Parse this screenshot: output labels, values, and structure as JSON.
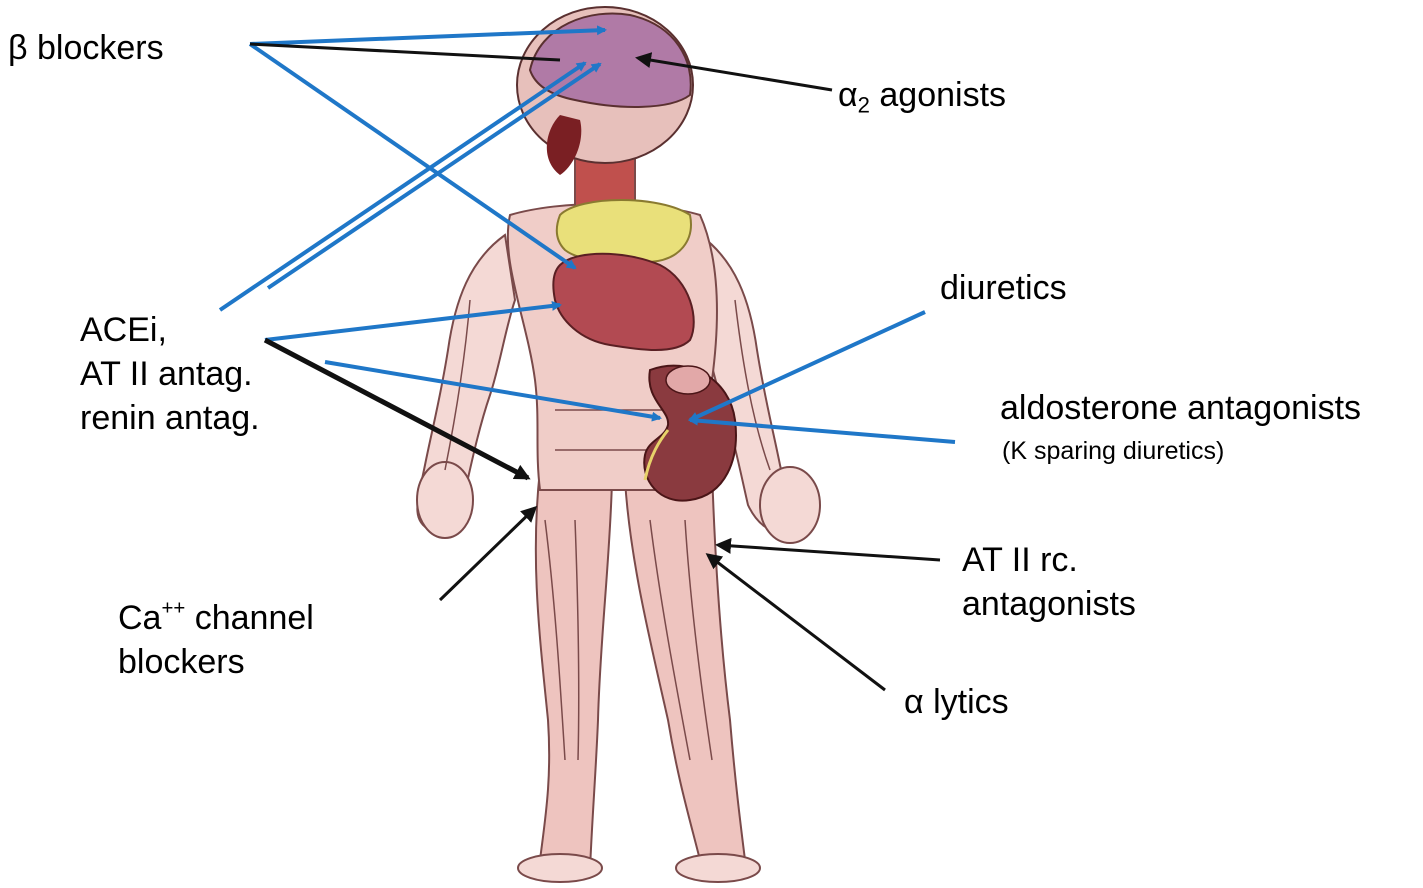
{
  "labels": {
    "beta_blockers": "β blockers",
    "alpha2_prefix": "α",
    "alpha2_sub": "2",
    "alpha2_suffix": " agonists",
    "acei_line1": "ACEi,",
    "acei_line2": "AT II antag.",
    "acei_line3": "renin antag.",
    "diuretics": "diuretics",
    "aldosterone": "aldosterone antagonists",
    "k_sparing": "(K sparing diuretics)",
    "ca_prefix": "Ca",
    "ca_sup": "++",
    "ca_suffix": " channel",
    "ca_line2": "blockers",
    "at2_line1": "AT II rc.",
    "at2_line2": "antagonists",
    "alpha_lytics": "α lytics"
  },
  "colors": {
    "arrow_blue": "#1f77c8",
    "arrow_black": "#111111",
    "skin": "#f4d9d5",
    "muscle": "#e8b9b4",
    "muscle_line": "#7a4a4a",
    "brain": "#b07aa6",
    "heart": "#b24a52",
    "kidney": "#8a3a3f",
    "lungs": "#e9e07a"
  }
}
